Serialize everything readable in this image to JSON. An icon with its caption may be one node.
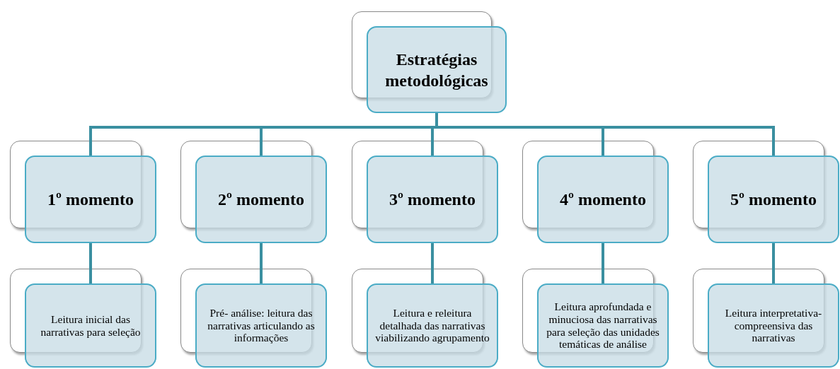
{
  "diagram": {
    "nodes": [
      {
        "text": [
          "Estratégias metodológicas"
        ]
      },
      {
        "text": [
          "1º momento"
        ]
      },
      {
        "text": [
          "2º momento"
        ]
      },
      {
        "text": [
          "3º momento"
        ]
      },
      {
        "text": [
          "4º momento"
        ]
      },
      {
        "text": [
          "5º momento"
        ]
      },
      {
        "text": [
          "Leitura inicial das narrativas para seleção"
        ]
      },
      {
        "text": [
          "Pré- análise: leitura das narrativas articulando as informações"
        ]
      },
      {
        "text": [
          "Leitura e releitura detalhada das narrativas viabilizando agrupamento"
        ]
      },
      {
        "text": [
          "Leitura aprofundada e minuciosa das narrativas para seleção das unidades temáticas de análise"
        ]
      },
      {
        "text": [
          "Leitura interpretativa-compreensiva das narrativas"
        ]
      }
    ],
    "edges": [
      {
        "from": 0,
        "to": 1,
        "arrow": "none"
      },
      {
        "from": 0,
        "to": 2,
        "arrow": "none"
      },
      {
        "from": 0,
        "to": 3,
        "arrow": "none"
      },
      {
        "from": 0,
        "to": 4,
        "arrow": "none"
      },
      {
        "from": 0,
        "to": 5,
        "arrow": "none"
      },
      {
        "from": 1,
        "to": 6,
        "arrow": "none"
      },
      {
        "from": 2,
        "to": 7,
        "arrow": "none"
      },
      {
        "from": 3,
        "to": 8,
        "arrow": "none"
      },
      {
        "from": 4,
        "to": 9,
        "arrow": "none"
      },
      {
        "from": 5,
        "to": 10,
        "arrow": "none"
      }
    ]
  }
}
